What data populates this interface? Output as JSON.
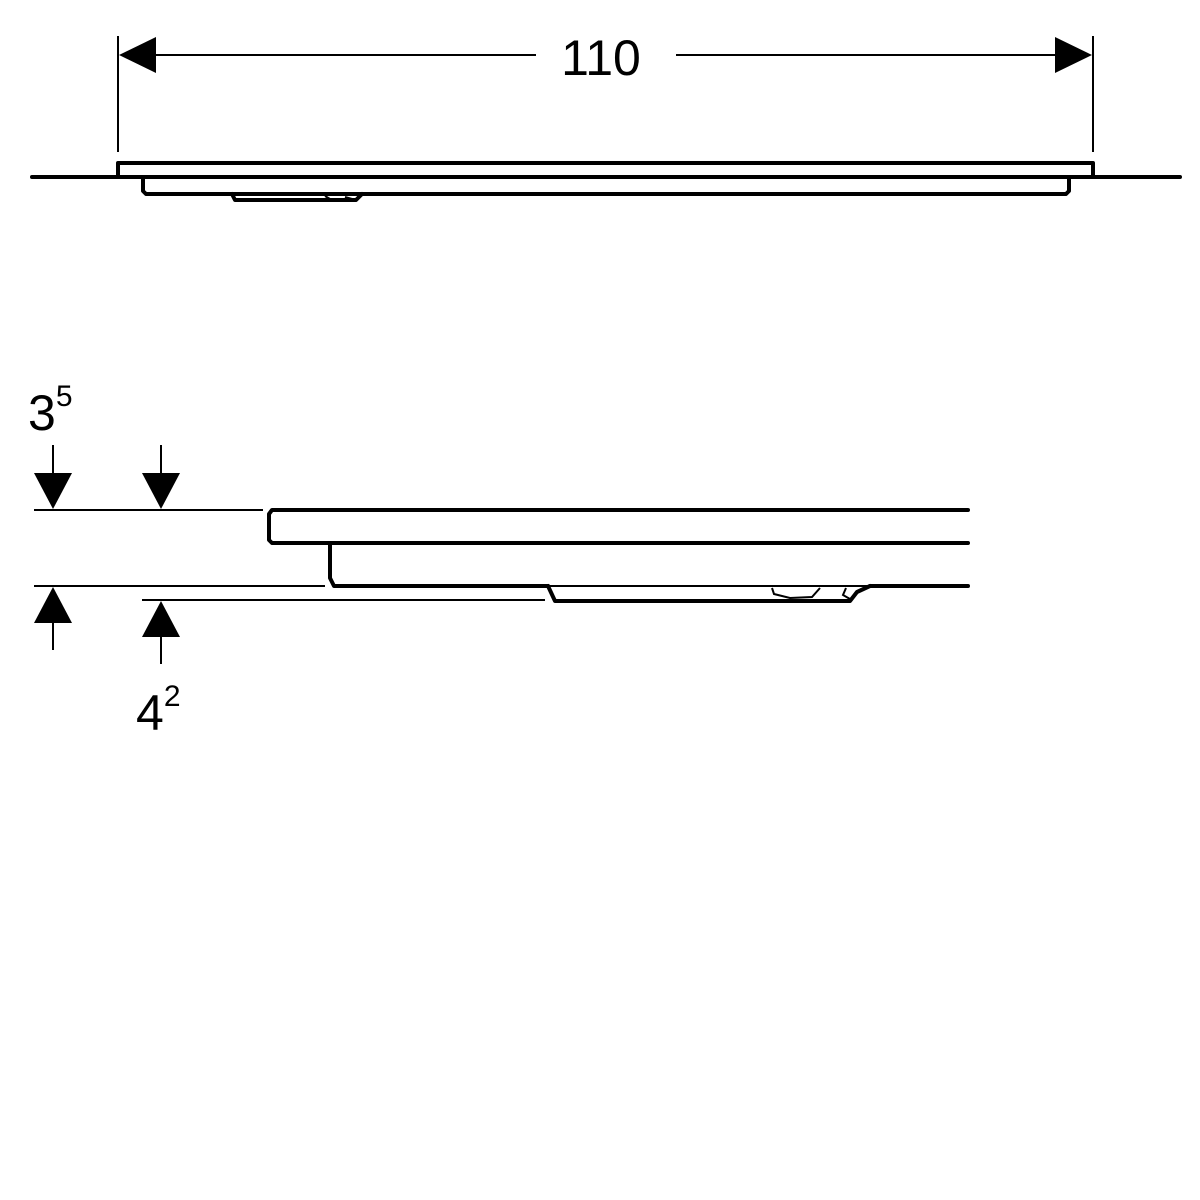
{
  "top_view": {
    "width_label": "110"
  },
  "section_view": {
    "top_thickness": {
      "base": "3",
      "sup": "5"
    },
    "bottom_thickness": {
      "base": "4",
      "sup": "2"
    }
  },
  "colors": {
    "line": "#000000",
    "background": "#ffffff"
  }
}
